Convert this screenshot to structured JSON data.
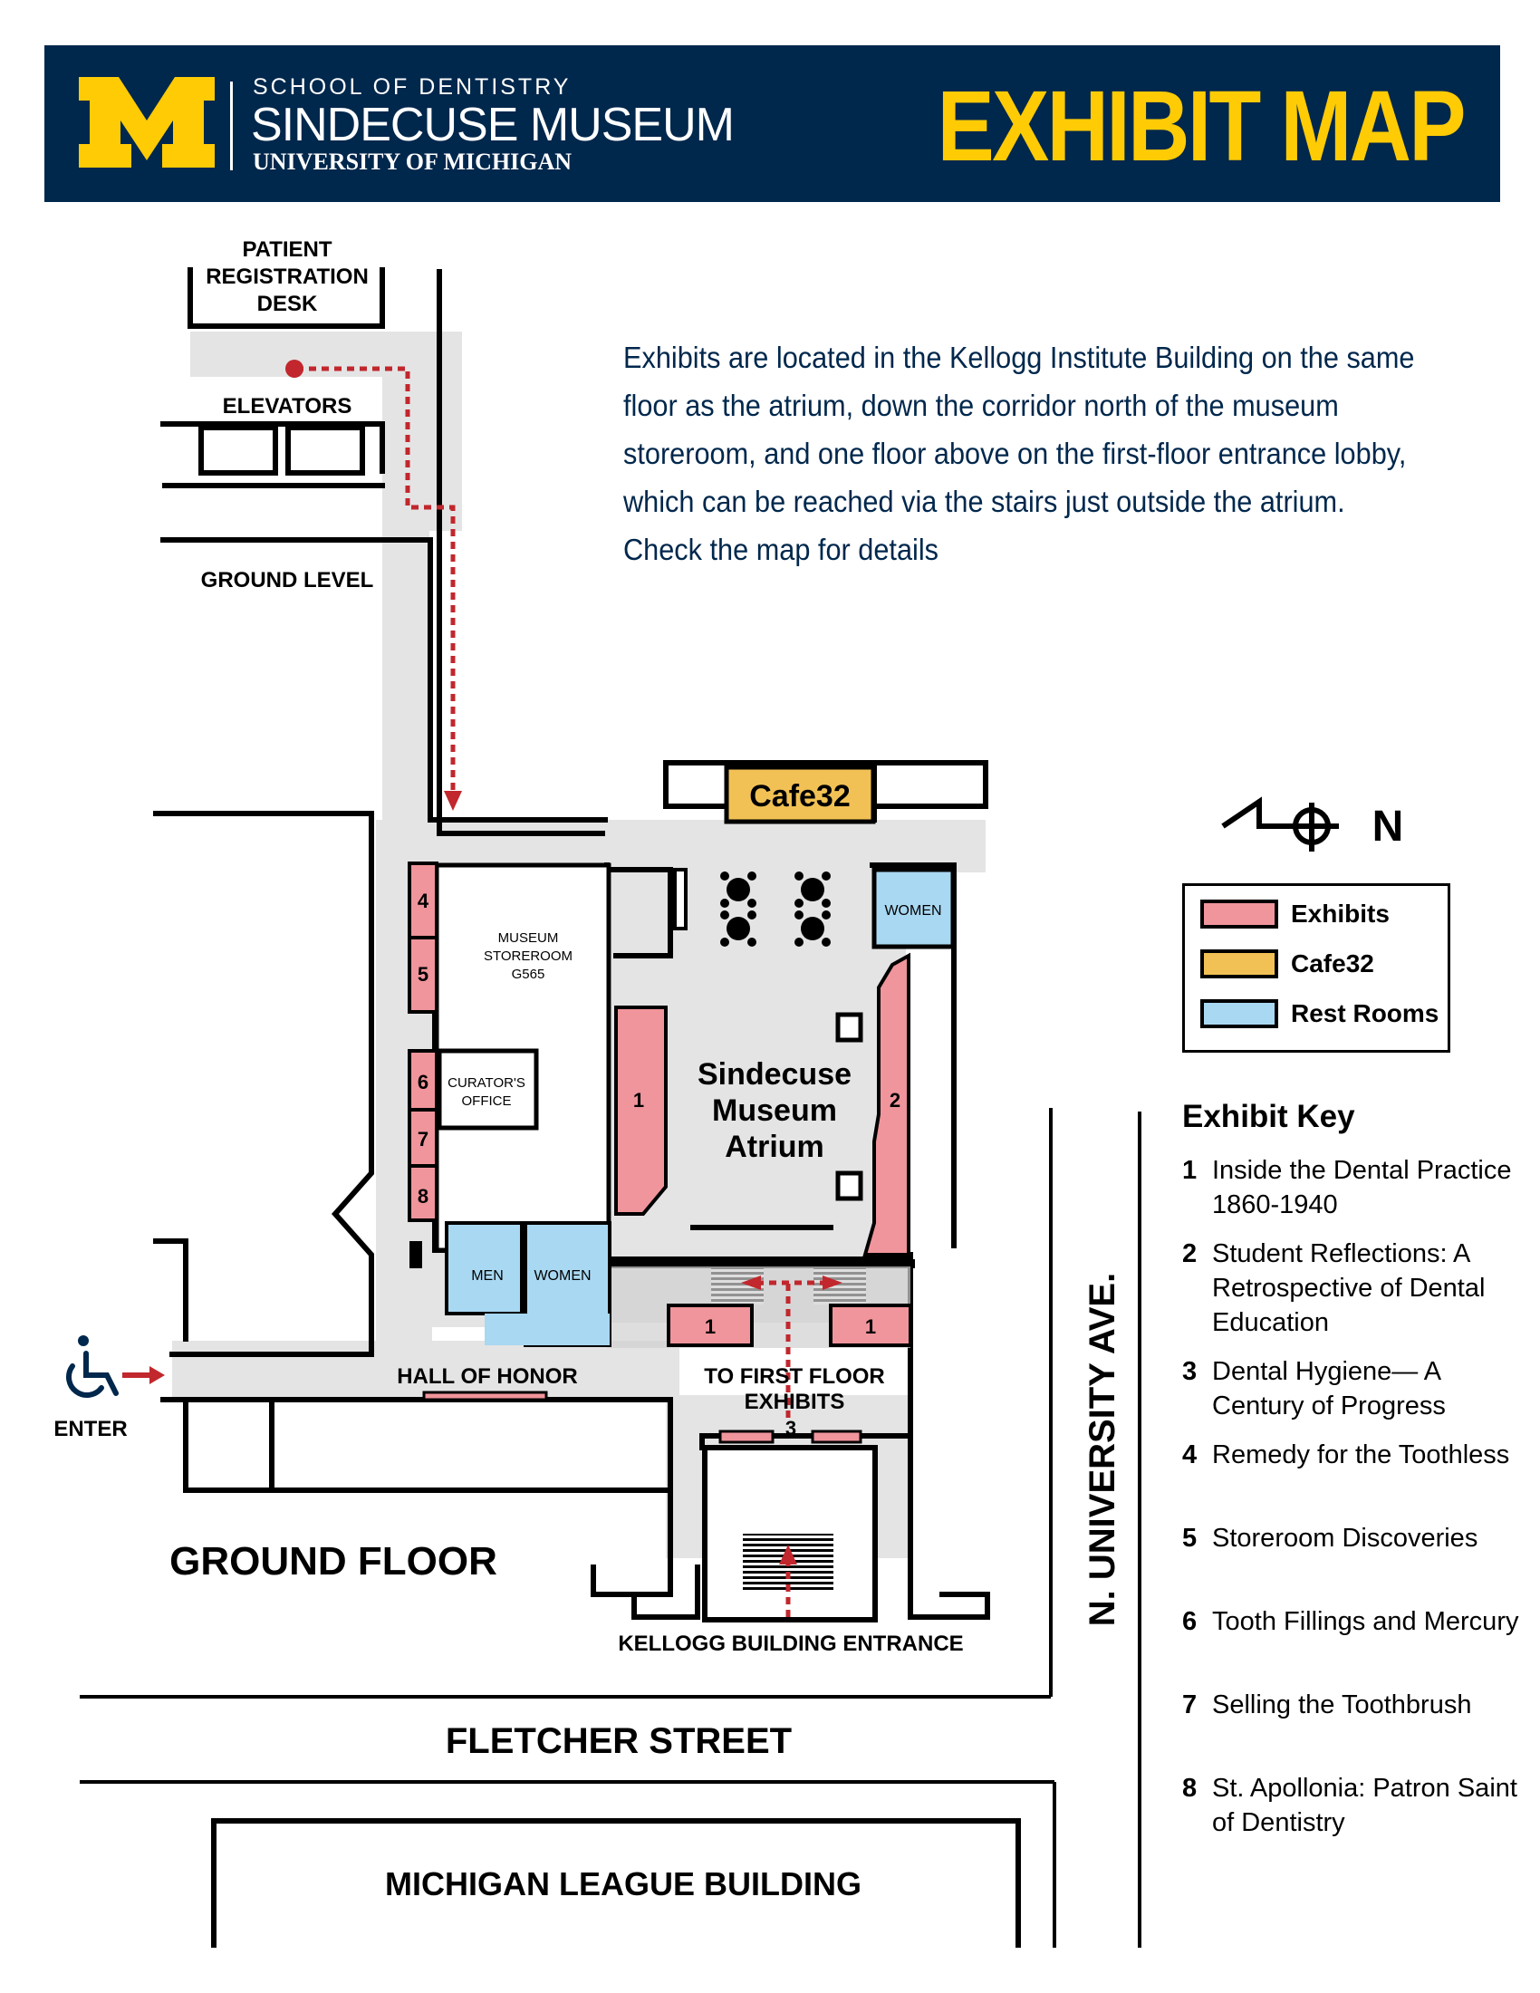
{
  "header": {
    "school": "SCHOOL OF DENTISTRY",
    "museum": "SINDECUSE MUSEUM",
    "university": "UNIVERSITY OF MICHIGAN",
    "title": "EXHIBIT MAP",
    "logo_letter": "M"
  },
  "intro": "Exhibits are located in the Kellogg Institute Building on the same floor as the atrium, down the corridor north of the museum storeroom, and one floor above on the first-floor entrance lobby, which can be reached via the stairs just outside the atrium. Check the map for details",
  "map": {
    "patient_desk": [
      "PATIENT",
      "REGISTRATION",
      "DESK"
    ],
    "elevators": "ELEVATORS",
    "ground_level": "GROUND LEVEL",
    "cafe": "Cafe32",
    "women_top": "WOMEN",
    "storeroom": [
      "MUSEUM",
      "STOREROOM",
      "G565"
    ],
    "curator": [
      "CURATOR'S",
      "OFFICE"
    ],
    "atrium": [
      "Sindecuse",
      "Museum",
      "Atrium"
    ],
    "men": "MEN",
    "women_bottom": "WOMEN",
    "hall_of_honor": "HALL OF HONOR",
    "enter": "ENTER",
    "to_first_floor": [
      "TO FIRST FLOOR",
      "EXHIBITS"
    ],
    "kellogg_entrance": "KELLOGG BUILDING ENTRANCE",
    "ground_floor": "GROUND FLOOR",
    "fletcher": "FLETCHER STREET",
    "league": "MICHIGAN LEAGUE BUILDING",
    "university_ave": "N. UNIVERSITY AVE.",
    "north": "N",
    "exhibit_numbers": {
      "n1a": "1",
      "n1b": "1",
      "n1c": "1",
      "n2": "2",
      "n3": "3",
      "n4": "4",
      "n5": "5",
      "n6": "6",
      "n7": "7",
      "n8": "8"
    }
  },
  "colors": {
    "navy": "#00274c",
    "maize": "#ffcb05",
    "exhibit": "#f0959b",
    "cafe": "#f2c155",
    "restroom": "#a9d8f2",
    "corridor": "#e4e4e4",
    "arrow": "#c1272d"
  },
  "legend": [
    {
      "label": "Exhibits",
      "color": "#f0959b"
    },
    {
      "label": "Cafe32",
      "color": "#f2c155"
    },
    {
      "label": "Rest Rooms",
      "color": "#a9d8f2"
    }
  ],
  "key_title": "Exhibit Key",
  "key": [
    {
      "num": "1",
      "text": "Inside the Dental Practice 1860-1940"
    },
    {
      "num": "2",
      "text": "Student Reflections: A Retrospective of Dental Education"
    },
    {
      "num": "3",
      "text": "Dental Hygiene— A Century of Progress"
    },
    {
      "num": "4",
      "text": "Remedy for the Toothless"
    },
    {
      "num": "5",
      "text": "Storeroom Discoveries"
    },
    {
      "num": "6",
      "text": "Tooth Fillings and Mercury"
    },
    {
      "num": "7",
      "text": "Selling the Toothbrush"
    },
    {
      "num": "8",
      "text": "St. Apollonia: Patron Saint of Dentistry"
    }
  ]
}
